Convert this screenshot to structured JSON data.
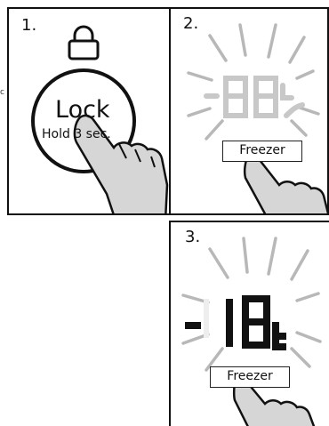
{
  "steps": {
    "one": "1.",
    "two": "2.",
    "three": "3."
  },
  "panel1": {
    "lock_label": "Lock",
    "hold_label": "Hold 3 sec.",
    "side_text": "c"
  },
  "panel2": {
    "display_value": "-88",
    "button_label": "Freezer"
  },
  "panel3": {
    "display_value": "-18",
    "unit": "c",
    "button_label": "Freezer"
  },
  "colors": {
    "ink": "#111111",
    "ray": "#b8b8b8",
    "segment_dim": "#c8c8c8",
    "hand_fill": "#d6d6d6"
  }
}
